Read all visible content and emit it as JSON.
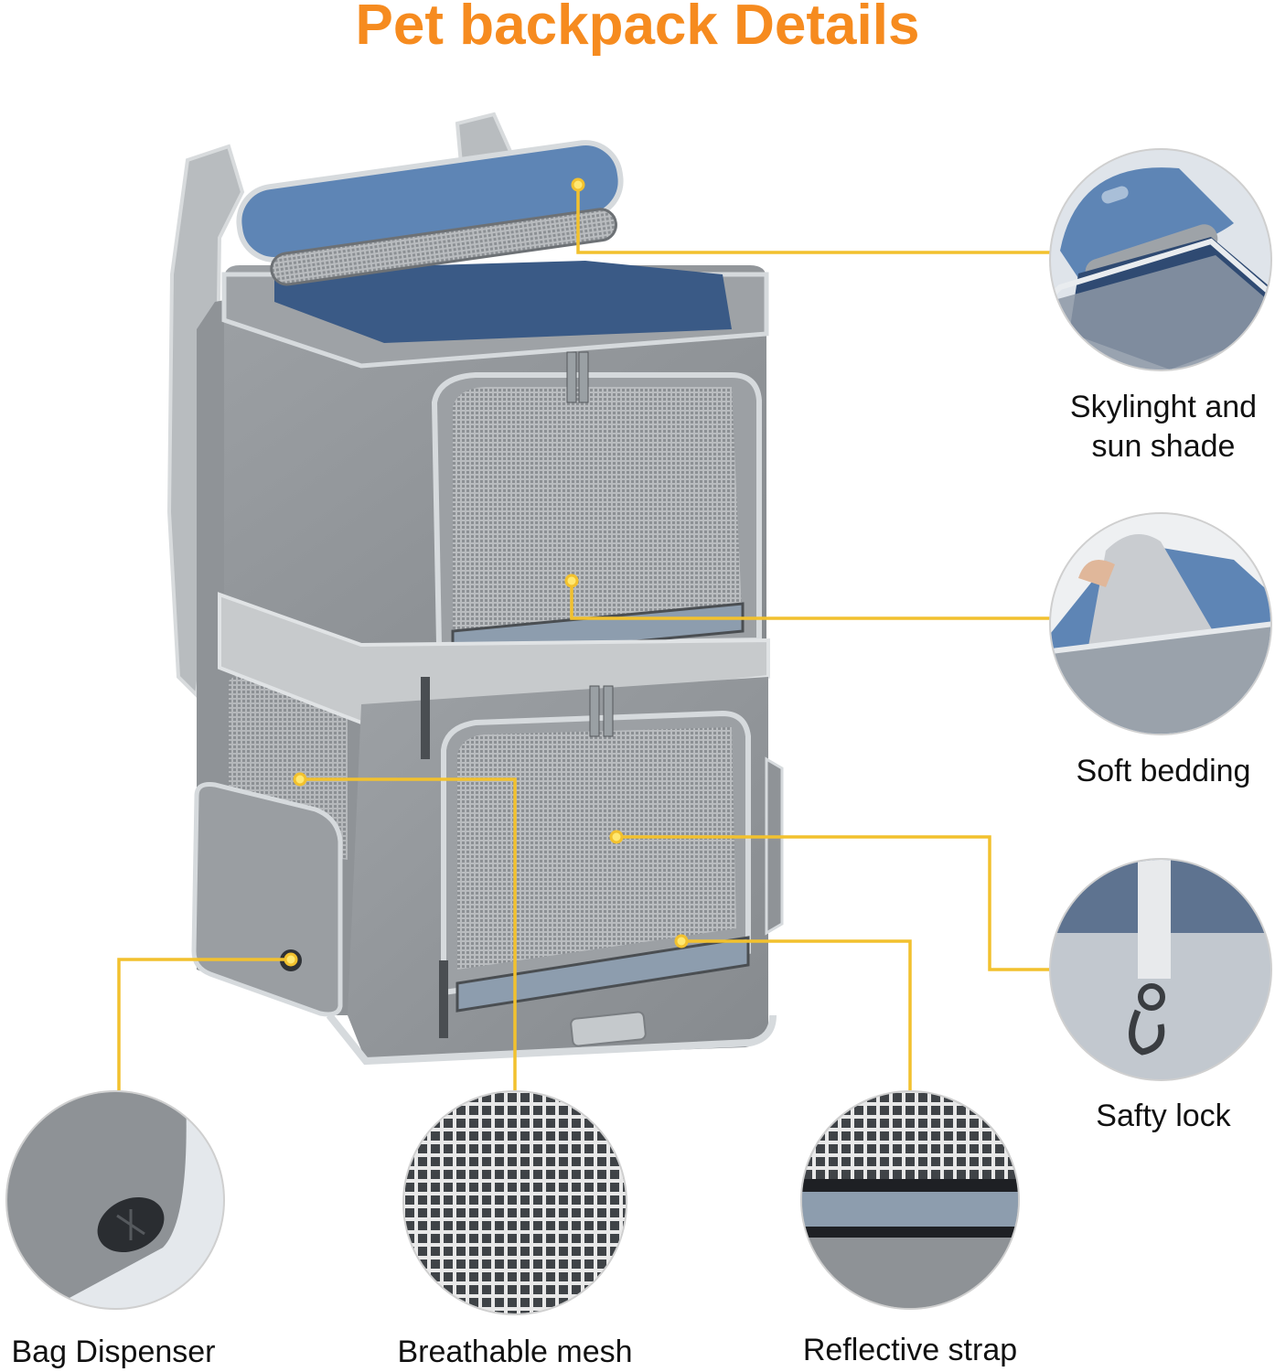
{
  "title": "Pet backpack Details",
  "colors": {
    "title": "#F68B1F",
    "callout_line": "#F2C12E",
    "fabric_gray": "#8E9296",
    "fabric_light": "#B4B8BC",
    "trim": "#D6DADD",
    "mesh": "#9FA3A6",
    "navy_lining": "#3A5A86",
    "blue_flap": "#5E85B5",
    "reflective": "#8D9DAE",
    "label_text": "#111111"
  },
  "features": [
    {
      "id": "skylight",
      "label_line1": "Skylinght and",
      "label_line2": "sun shade"
    },
    {
      "id": "bedding",
      "label": "Soft bedding"
    },
    {
      "id": "lock",
      "label": "Safty lock"
    },
    {
      "id": "dispenser",
      "label": "Bag Dispenser"
    },
    {
      "id": "mesh",
      "label": "Breathable mesh"
    },
    {
      "id": "reflective",
      "label": "Reflective strap"
    }
  ]
}
